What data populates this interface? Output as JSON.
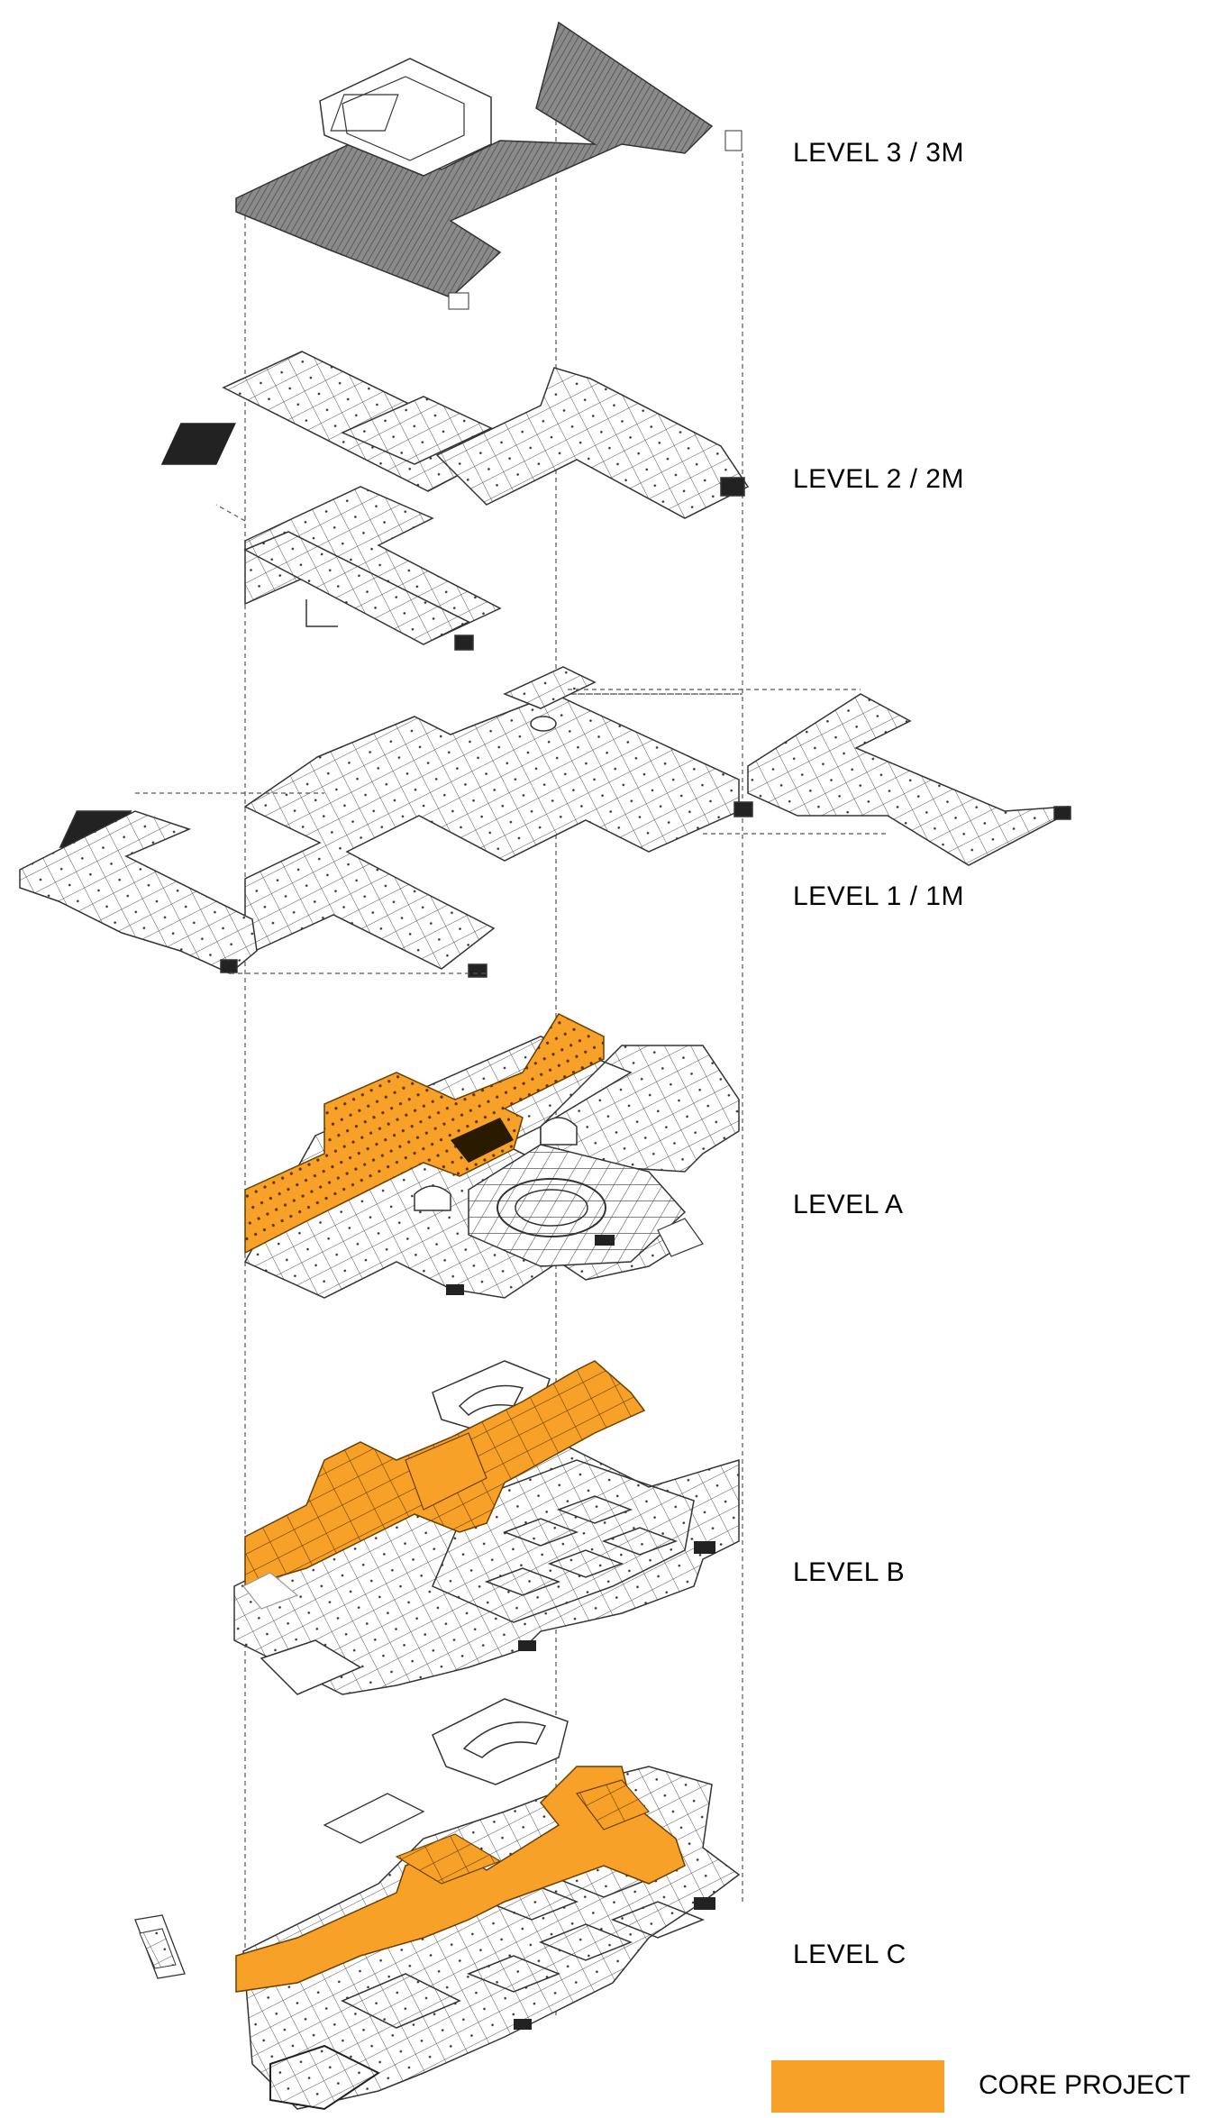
{
  "levels": [
    {
      "id": "level-3",
      "label": "LEVEL 3 / 3M"
    },
    {
      "id": "level-2",
      "label": "LEVEL 2 / 2M"
    },
    {
      "id": "level-1",
      "label": "LEVEL 1 / 1M"
    },
    {
      "id": "level-a",
      "label": "LEVEL A"
    },
    {
      "id": "level-b",
      "label": "LEVEL B"
    },
    {
      "id": "level-c",
      "label": "LEVEL C"
    }
  ],
  "legend": {
    "label": "CORE PROJECT",
    "color": "#F7A128"
  },
  "colors": {
    "core_project": "#F7A128",
    "roof": "#7d7d7d",
    "line": "#333333",
    "guide": "#555555"
  }
}
